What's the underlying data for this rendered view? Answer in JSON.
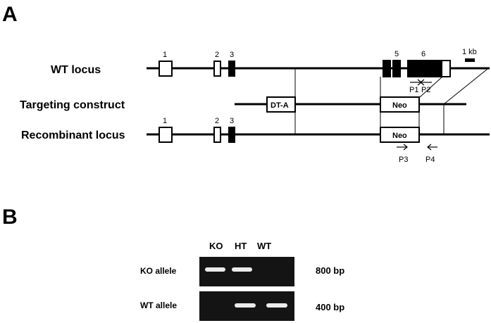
{
  "panels": {
    "a": "A",
    "b": "B"
  },
  "rows": {
    "wt_locus": "WT locus",
    "targeting_construct": "Targeting construct",
    "recombinant_locus": "Recombinant locus"
  },
  "exons": [
    "1",
    "2",
    "3",
    "5",
    "6"
  ],
  "scale_bar": "1 kb",
  "boxes": {
    "dta": "DT-A",
    "neo": "Neo"
  },
  "primers": [
    "P1",
    "P2",
    "P3",
    "P4"
  ],
  "gel": {
    "lanes": [
      "KO",
      "HT",
      "WT"
    ],
    "rows": [
      "KO allele",
      "WT allele"
    ],
    "sizes": [
      "800 bp",
      "400 bp"
    ]
  }
}
